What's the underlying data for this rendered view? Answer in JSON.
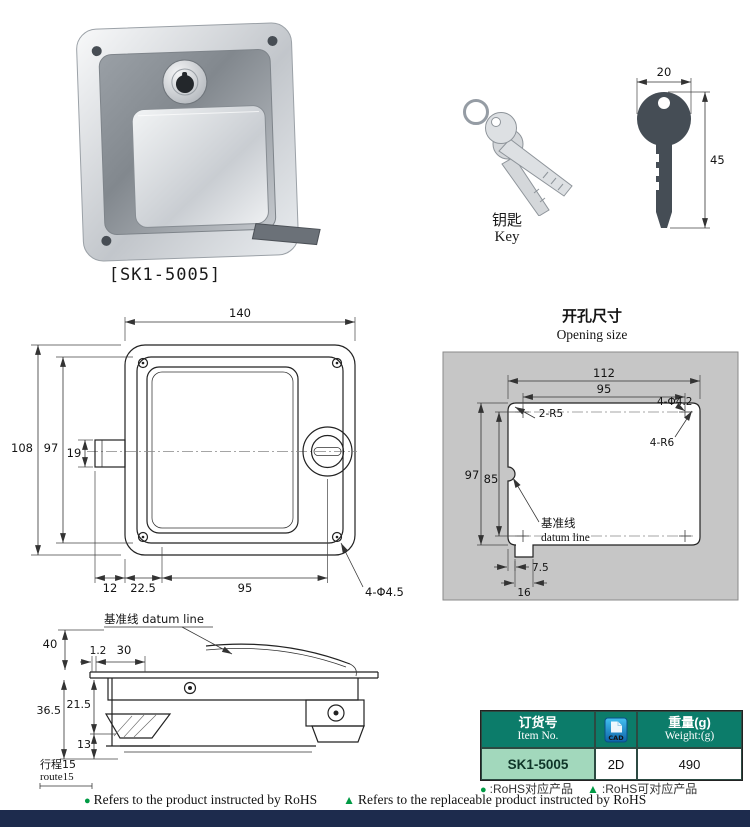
{
  "colors": {
    "table_header": "#0c7c6a",
    "item_cell": "#a2d8bc",
    "legend_green": "#009a44",
    "footer_bar": "#1d2b4d"
  },
  "photo": {
    "caption": "[SK1-5005]"
  },
  "keys": {
    "label_cn": "钥匙",
    "label_en": "Key"
  },
  "key_drawing": {
    "dim_width": "20",
    "dim_length": "45"
  },
  "front_view": {
    "dim_width": "140",
    "dim_height_outer": "108",
    "dim_height_inner": "97",
    "dim_pawl": "19",
    "dim_bottom_1": "12",
    "dim_bottom_2": "22.5",
    "dim_bottom_3": "95",
    "holes_callout": "4-Φ4.5"
  },
  "opening": {
    "title_cn": "开孔尺寸",
    "title_en": "Opening size",
    "dim_width_outer": "112",
    "dim_width_holes": "95",
    "corner_radius": "2-R5",
    "holes_callout": "4-Φ4.2",
    "inner_radius": "4-R6",
    "dim_height_outer": "97",
    "dim_height_holes": "85",
    "datum_cn": "基准线",
    "datum_en": "datum line",
    "dim_bottom_offset": "7.5",
    "dim_bottom_tab": "16"
  },
  "side_view": {
    "datum_label": "基准线 datum line",
    "dim_height_open": "40",
    "dim_thickness": "1.2",
    "dim_offset": "30",
    "dim_depth_1": "36.5",
    "dim_depth_2": "21.5",
    "dim_depth_3": "13",
    "route_cn": "行程15",
    "route_en": "route15"
  },
  "table": {
    "col_item_cn": "订货号",
    "col_item_en": "Item No.",
    "cad_icon_label": "CAD",
    "col_weight_cn": "重量(g)",
    "col_weight_en": "Weight:(g)",
    "item_no": "SK1-5005",
    "cad_value": "2D",
    "weight": "490"
  },
  "legend_cn": [
    {
      "bullet": "●",
      "text": ":RoHS对应产品"
    },
    {
      "bullet": "▲",
      "text": ":RoHS可对应产品"
    }
  ],
  "legend_en": [
    {
      "bullet": "●",
      "text": "Refers to the product instructed by RoHS"
    },
    {
      "bullet": "▲",
      "text": "Refers to the replaceable product instructed by RoHS"
    }
  ]
}
